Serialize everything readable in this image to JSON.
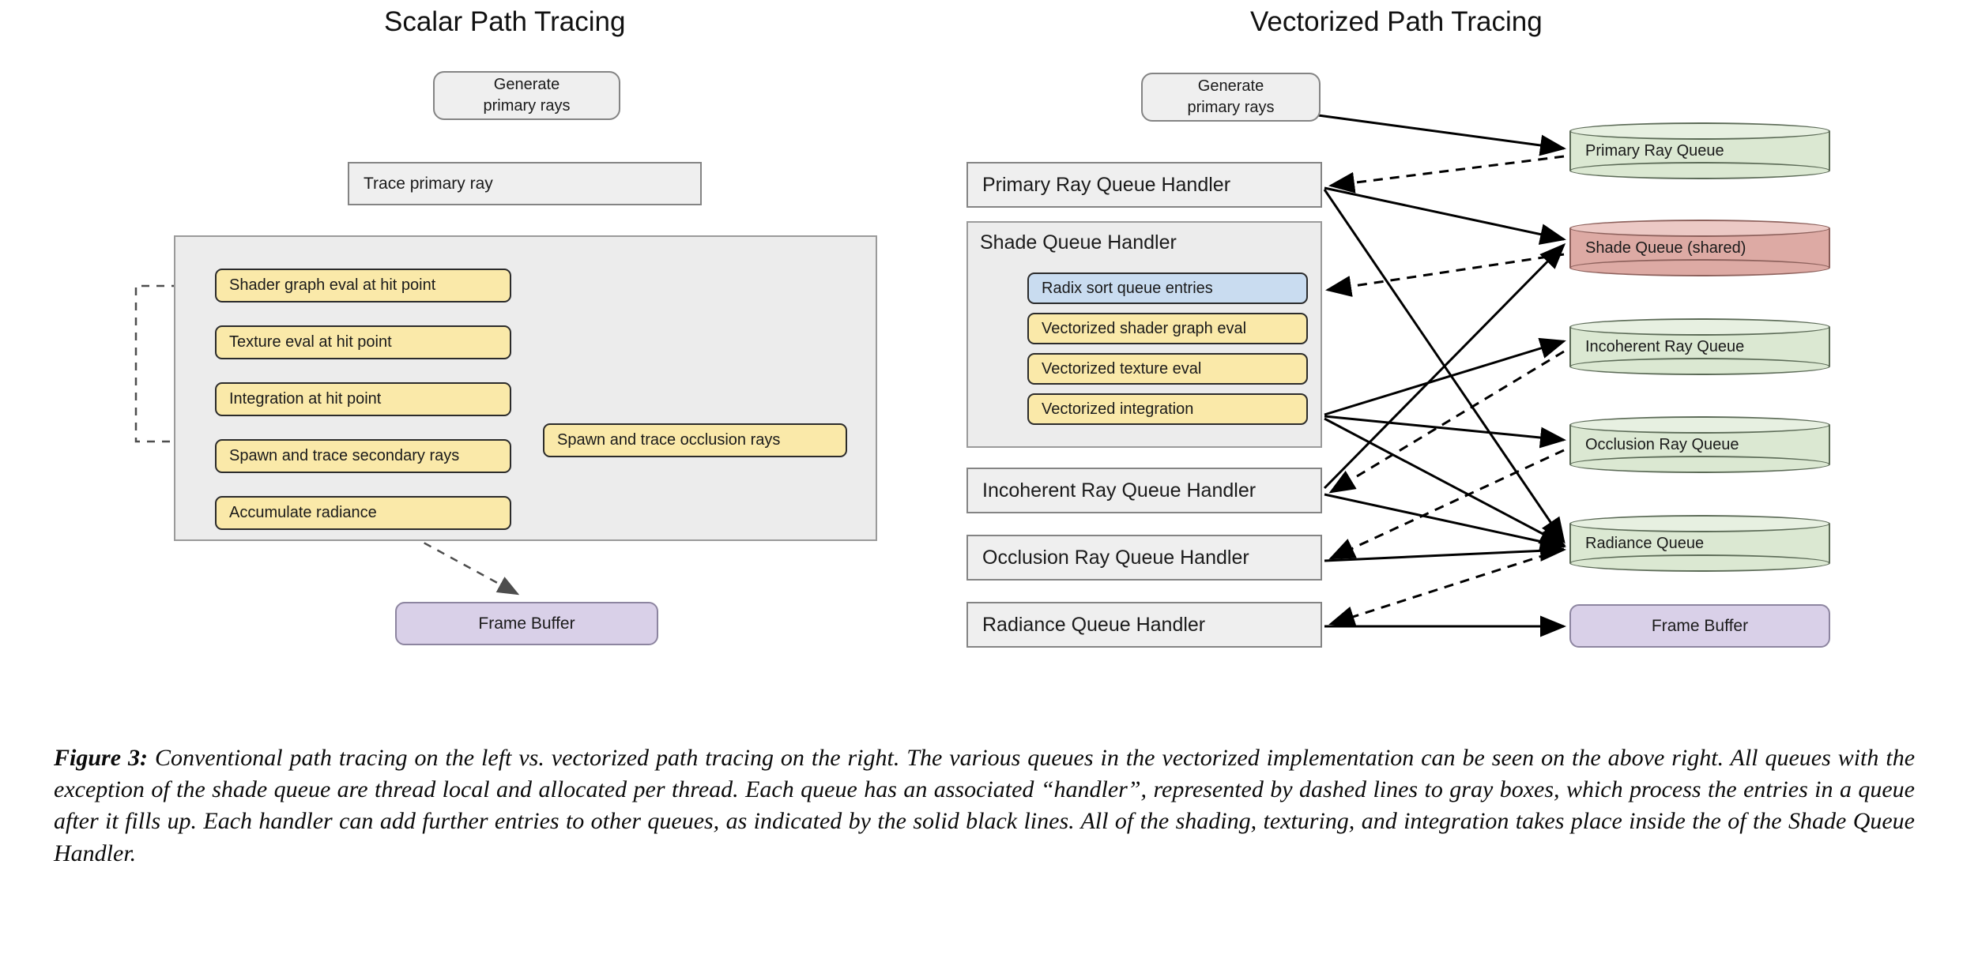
{
  "figure": {
    "label": "Figure 3:",
    "caption": " Conventional path tracing on the left vs. vectorized path tracing on the right. The various queues in the vectorized implementation can be seen on the above right. All queues with the exception of the shade queue are thread local and allocated per thread. Each queue has an associated “handler”, represented by dashed lines to gray boxes, which process the entries in a queue after it fills up. Each handler can add further entries to other queues, as indicated by the solid black lines. All of the shading, texturing, and integration takes place inside the of the Shade Queue Handler."
  },
  "left": {
    "title": "Scalar Path Tracing",
    "generate": "Generate\nprimary rays",
    "generate_line1": "Generate",
    "generate_line2": "primary rays",
    "trace": "Trace primary ray",
    "steps": [
      "Shader graph eval at hit point",
      "Texture eval at hit point",
      "Integration at hit point",
      "Spawn and trace secondary rays",
      "Accumulate radiance"
    ],
    "occlusion": "Spawn and trace occlusion rays",
    "frame_buffer": "Frame Buffer"
  },
  "right": {
    "title": "Vectorized Path Tracing",
    "generate_line1": "Generate",
    "generate_line2": "primary rays",
    "handlers": [
      "Primary Ray Queue Handler",
      "Incoherent Ray Queue Handler",
      "Occlusion Ray Queue Handler",
      "Radiance Queue Handler"
    ],
    "shade_handler": "Shade Queue Handler",
    "shade_steps": [
      "Radix sort queue entries",
      "Vectorized shader graph eval",
      "Vectorized texture eval",
      "Vectorized integration"
    ],
    "queues": [
      "Primary Ray Queue",
      "Shade Queue (shared)",
      "Incoherent Ray Queue",
      "Occlusion Ray Queue",
      "Radiance Queue"
    ],
    "frame_buffer": "Frame Buffer"
  },
  "colors": {
    "yellow_fill": "#fae9a9",
    "blue_fill": "#c9dcf0",
    "green_queue_fill": "#dbe8d2",
    "shade_queue_fill": "#ddaaa4",
    "frame_buffer_fill": "#d9d0e8",
    "gray_fill": "#efefef",
    "region_fill": "#ececec",
    "solid_line": "#000000",
    "dashed_line": "#4d4d4d"
  }
}
